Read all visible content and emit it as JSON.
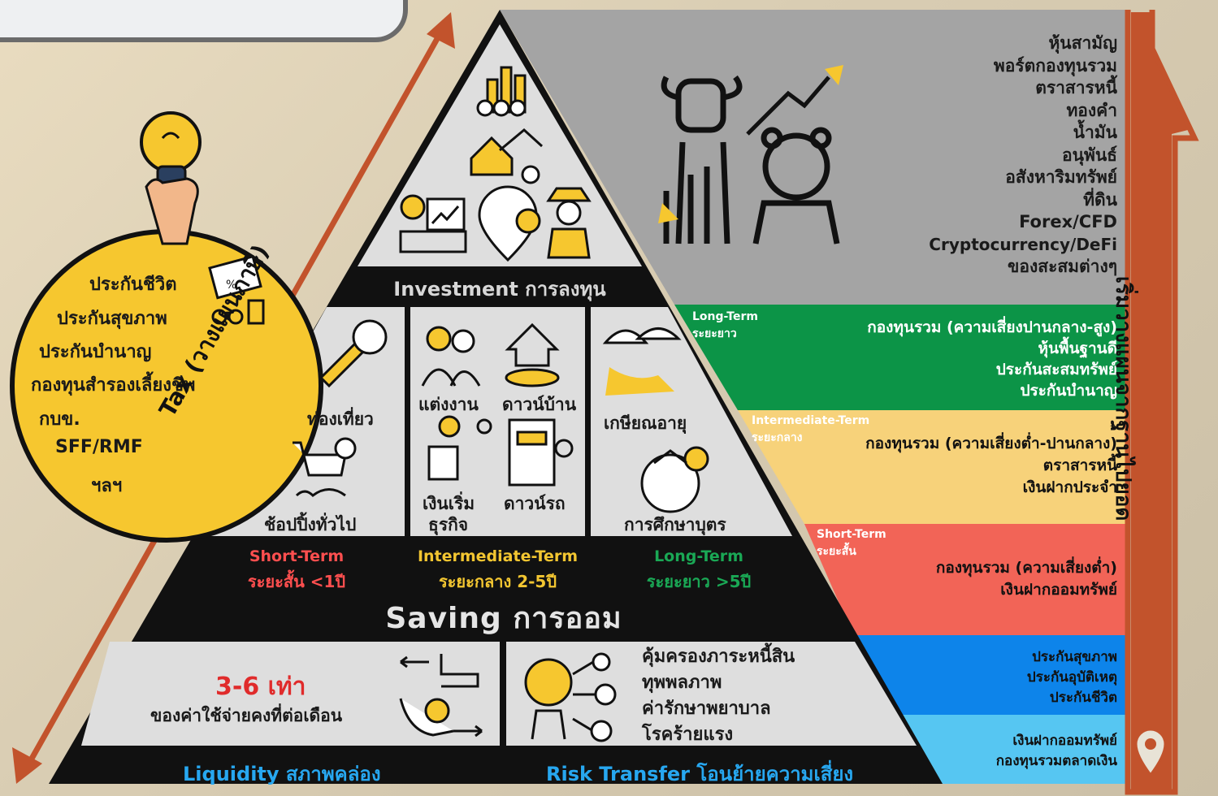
{
  "colors": {
    "dark": "#111111",
    "gray_panel": "#a3a3a3",
    "light_panel": "#dedede",
    "green": "#0c9447",
    "yellow": "#f7d27a",
    "red": "#f26457",
    "blue": "#0d84ea",
    "light_blue": "#56c6f2",
    "orange_border": "#c2532c",
    "accent_yellow": "#f6c72f",
    "short_red": "#ff4f4f",
    "mid_yellow": "#f3c631",
    "long_green": "#1aa855",
    "liquidity_blue": "#27a7f0"
  },
  "tax_circle": {
    "items": [
      "ประกันชีวิต",
      "ประกันสุขภาพ",
      "ประกันบำนาญ",
      "กองทุนสำรองเลี้ยงชีพ",
      "กบข.",
      "SFF/RMF",
      "ฯลฯ"
    ],
    "tax_label": "Tax (วางแผนภาษี)",
    "icon": "coupon-scissors-coins-icon"
  },
  "lightbulb_icon": "hand-holding-lightbulb-icon",
  "investment": {
    "label": "Investment การลงทุน",
    "assets": [
      "หุ้นสามัญ",
      "พอร์ตกองทุนรวม",
      "ตราสารหนี้",
      "ทองคำ",
      "น้ำมัน",
      "อนุพันธ์",
      "อสังหาริมทรัพย์",
      "ที่ดิน",
      "Forex/CFD",
      "Cryptocurrency/DeFi",
      "ของสะสมต่างๆ"
    ],
    "icons": [
      "bar-chart-coins-icon",
      "house-price-up-icon",
      "trader-computer-icon",
      "crypto-location-icon",
      "farmer-icon",
      "bull-bear-market-icon"
    ]
  },
  "saving": {
    "label": "Saving การออม",
    "goals": {
      "travel": "ท่องเที่ยว",
      "shopping": "ช้อปปิ้งทั่วไป",
      "wedding": "แต่งงาน",
      "house": "ดาวน์บ้าน",
      "business_line1": "เงินเริ่ม",
      "business_line2": "ธุรกิจ",
      "car": "ดาวน์รถ",
      "retire": "เกษียณอายุ",
      "education": "การศึกษาบุตร"
    },
    "terms": [
      {
        "name": "Short-Term",
        "desc": "ระยะสั้น <1ปี"
      },
      {
        "name": "Intermediate-Term",
        "desc": "ระยะกลาง 2-5ปี"
      },
      {
        "name": "Long-Term",
        "desc": "ระยะยาว >5ปี"
      }
    ]
  },
  "bands": {
    "long": {
      "title": "Long-Term",
      "sub": "ระยะยาว",
      "items": [
        "กองทุนรวม (ความเสี่ยงปานกลาง-สูง)",
        "หุ้นพื้นฐานดี",
        "ประกันสะสมทรัพย์",
        "ประกันบำนาญ"
      ]
    },
    "intermediate": {
      "title": "Intermediate-Term",
      "sub": "ระยะกลาง",
      "items": [
        "กองทุนรวม (ความเสี่ยงต่ำ-ปานกลาง)",
        "ตราสารหนี้",
        "เงินฝากประจำ"
      ]
    },
    "short": {
      "title": "Short-Term",
      "sub": "ระยะสั้น",
      "items": [
        "กองทุนรวม (ความเสี่ยงต่ำ)",
        "เงินฝากออมทรัพย์"
      ]
    },
    "insurance": {
      "items": [
        "ประกันสุขภาพ",
        "ประกันอุบัติเหตุ",
        "ประกันชีวิต"
      ]
    },
    "liquid": {
      "items": [
        "เงินฝากออมทรัพย์",
        "กองทุนรวมตลาดเงิน"
      ]
    }
  },
  "side_label": "เริ่มวางแผนจากฐานไปยอด",
  "liquidity": {
    "big": "3-6 เท่า",
    "desc": "ของค่าใช้จ่ายคงที่ต่อเดือน",
    "label": "Liquidity สภาพคล่อง"
  },
  "risk": {
    "items": [
      "คุ้มครองภาระหนี้สิน",
      "ทุพพลภาพ",
      "ค่ารักษาพยาบาล",
      "โรคร้ายแรง"
    ],
    "label": "Risk Transfer โอนย้ายความเสี่ยง"
  }
}
